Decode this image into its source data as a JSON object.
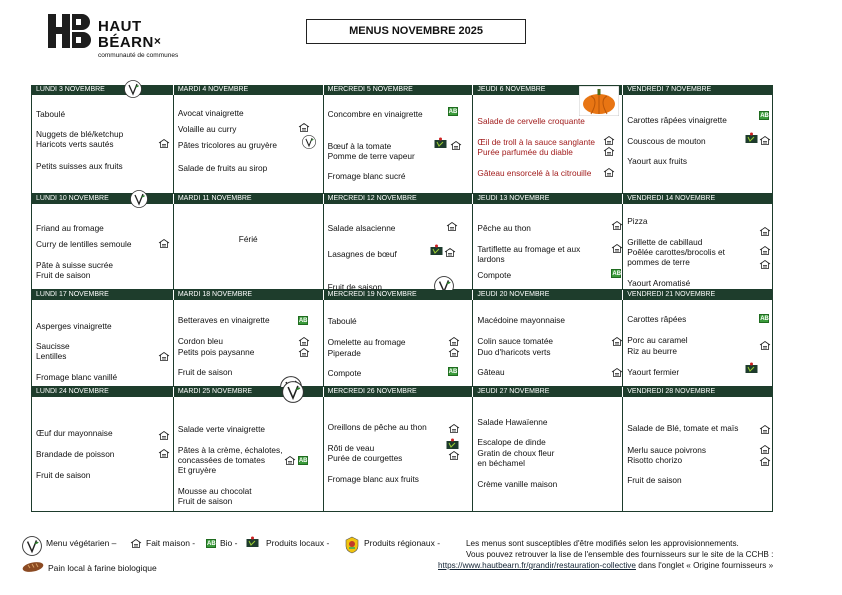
{
  "title": "MENUS NOVEMBRE 2025",
  "logo": {
    "line1": "HAUT",
    "line2": "BÉARN",
    "sub": "communauté de communes"
  },
  "weeks": [
    {
      "days": [
        "LUNDI 3 NOVEMBRE",
        "MARDI 4 NOVEMBRE",
        "MERCREDI 5 NOVEMBRE",
        "JEUDI 6 NOVEMBRE",
        "VENDREDI 7 NOVEMBRE"
      ],
      "cells": [
        [
          "Taboulé",
          "Nuggets de blé/ketchup",
          "Haricots verts sautés",
          "Petits suisses aux fruits"
        ],
        [
          "Avocat vinaigrette",
          "Volaille au curry",
          "Pâtes tricolores au gruyère",
          "Salade de fruits au sirop"
        ],
        [
          "Concombre en vinaigrette",
          "Bœuf à la tomate",
          "Pomme de terre vapeur",
          "Fromage blanc sucré"
        ],
        [
          "Salade de cervelle croquante",
          "Œil de troll à la sauce sanglante",
          "Purée parfumée du diable",
          "Gâteau ensorcelé à la citrouille"
        ],
        [
          "Carottes râpées vinaigrette",
          "Couscous de mouton",
          "Yaourt aux fruits"
        ]
      ]
    },
    {
      "days": [
        "LUNDI 10 NOVEMBRE",
        "MARDI 11 NOVEMBRE",
        "MERCREDI 12 NOVEMBRE",
        "JEUDI 13 NOVEMBRE",
        "VENDREDI 14 NOVEMBRE"
      ],
      "cells": [
        [
          "Friand au fromage",
          "Curry de lentilles semoule",
          "Pâte à suisse sucrée",
          "Fruit de saison"
        ],
        [
          "Férié"
        ],
        [
          "Salade alsacienne",
          "Lasagnes de bœuf",
          "Fruit de saison"
        ],
        [
          "Pêche au thon",
          "Tartiflette au fromage et aux",
          "lardons",
          "Compote"
        ],
        [
          "Pizza",
          "Grillette de cabillaud",
          "Poêlée carottes/brocolis et",
          "pommes de terre",
          "Yaourt Aromatisé"
        ]
      ]
    },
    {
      "days": [
        "LUNDI 17 NOVEMBRE",
        "MARDI 18 NOVEMBRE",
        "MERCREDI 19 NOVEMBRE",
        "JEUDI 20 NOVEMBRE",
        "VENDREDI 21 NOVEMBRE"
      ],
      "cells": [
        [
          "Asperges vinaigrette",
          "Saucisse",
          "Lentilles",
          "Fromage blanc vanillé"
        ],
        [
          "Betteraves en vinaigrette",
          "Cordon bleu",
          "Petits pois paysanne",
          "Fruit de saison"
        ],
        [
          "Taboulé",
          "Omelette au fromage",
          "Piperade",
          "Compote"
        ],
        [
          "Macédoine mayonnaise",
          "Colin sauce tomatée",
          "Duo d'haricots verts",
          "Gâteau"
        ],
        [
          "Carottes râpées",
          "Porc au caramel",
          "Riz au beurre",
          "Yaourt fermier"
        ]
      ]
    },
    {
      "days": [
        "LUNDI 24 NOVEMBRE",
        "MARDI 25 NOVEMBRE",
        "MERCREDI 26 NOVEMBRE",
        "JEUDI 27 NOVEMBRE",
        "VENDREDI 28 NOVEMBRE"
      ],
      "cells": [
        [
          "Œuf dur mayonnaise",
          "Brandade de poisson",
          "Fruit de saison"
        ],
        [
          "Salade verte vinaigrette",
          "Pâtes à la crème, échalotes,",
          "concassées de tomates",
          "Et gruyère",
          "Mousse au chocolat",
          "Fruit de saison"
        ],
        [
          "Oreillons de pêche au thon",
          "Rôti de veau",
          "Purée de courgettes",
          "Fromage blanc aux fruits"
        ],
        [
          "Salade Hawaïenne",
          "Escalope de dinde",
          "Gratin de choux fleur",
          "en béchamel",
          "Crème vanille maison"
        ],
        [
          "Salade de Blé, tomate et maïs",
          "Merlu sauce poivrons",
          "Risotto chorizo",
          "Fruit de saison"
        ]
      ]
    }
  ],
  "legend": {
    "veg": "Menu végétarien –",
    "maison": "Fait maison -",
    "bio": "Bio -",
    "local": "Produits locaux -",
    "regional": "Produits régionaux -",
    "pain": "Pain local à farine biologique",
    "bio_badge": "AB"
  },
  "notice": {
    "line1": "Les menus sont susceptibles d'être modifiés selon les approvisionnements.",
    "line2": "Vous pouvez retrouver la lise de l'ensemble des fournisseurs sur le site de la CCHB :",
    "link": "https://www.hautbearn.fr/grandir/restauration-collective",
    "line3_rest": " dans l'onglet « Origine fournisseurs »"
  }
}
